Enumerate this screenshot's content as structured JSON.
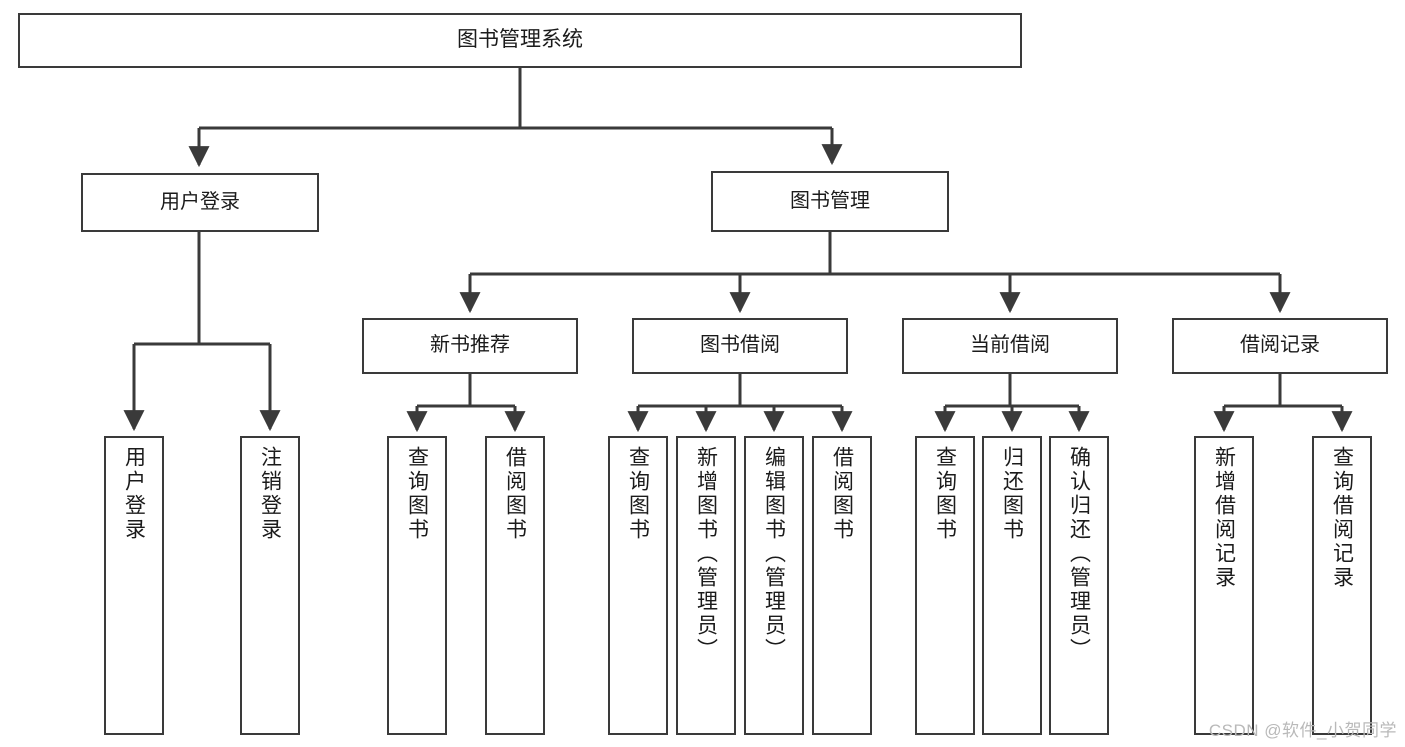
{
  "diagram": {
    "type": "tree-hierarchy",
    "title": "图书管理系统",
    "orientation": "top-down",
    "stroke_color": "#3a3a3a",
    "fill_color": "#ffffff",
    "text_color": "#1b1b1b"
  },
  "nodes": {
    "root": {
      "label": "图书管理系统",
      "level": 1
    },
    "level2": [
      {
        "id": "user-login",
        "label": "用户登录"
      },
      {
        "id": "book-management",
        "label": "图书管理"
      }
    ],
    "level3": [
      {
        "id": "new-book-recommend",
        "label": "新书推荐",
        "parent": "book-management"
      },
      {
        "id": "book-borrow",
        "label": "图书借阅",
        "parent": "book-management"
      },
      {
        "id": "current-borrow",
        "label": "当前借阅",
        "parent": "book-management"
      },
      {
        "id": "borrow-record",
        "label": "借阅记录",
        "parent": "book-management"
      }
    ],
    "leaves": [
      {
        "id": "leaf-user-login",
        "label": "用户登录",
        "parent": "user-login"
      },
      {
        "id": "leaf-logout-login",
        "label": "注销登录",
        "parent": "user-login"
      },
      {
        "id": "leaf-query-book-1",
        "label": "查询图书",
        "parent": "new-book-recommend"
      },
      {
        "id": "leaf-borrow-book-1",
        "label": "借阅图书",
        "parent": "new-book-recommend"
      },
      {
        "id": "leaf-query-book-2",
        "label": "查询图书",
        "parent": "book-borrow"
      },
      {
        "id": "leaf-add-book",
        "label": "新增图书（管理员）",
        "parent": "book-borrow"
      },
      {
        "id": "leaf-edit-book",
        "label": "编辑图书（管理员）",
        "parent": "book-borrow"
      },
      {
        "id": "leaf-borrow-book-2",
        "label": "借阅图书",
        "parent": "book-borrow"
      },
      {
        "id": "leaf-query-book-3",
        "label": "查询图书",
        "parent": "current-borrow"
      },
      {
        "id": "leaf-return-book",
        "label": "归还图书",
        "parent": "current-borrow"
      },
      {
        "id": "leaf-confirm-return",
        "label": "确认归还（管理员）",
        "parent": "current-borrow"
      },
      {
        "id": "leaf-add-record",
        "label": "新增借阅记录",
        "parent": "borrow-record"
      },
      {
        "id": "leaf-query-record",
        "label": "查询借阅记录",
        "parent": "borrow-record"
      }
    ]
  },
  "watermark": {
    "text": "CSDN @软件_小贺同学"
  }
}
